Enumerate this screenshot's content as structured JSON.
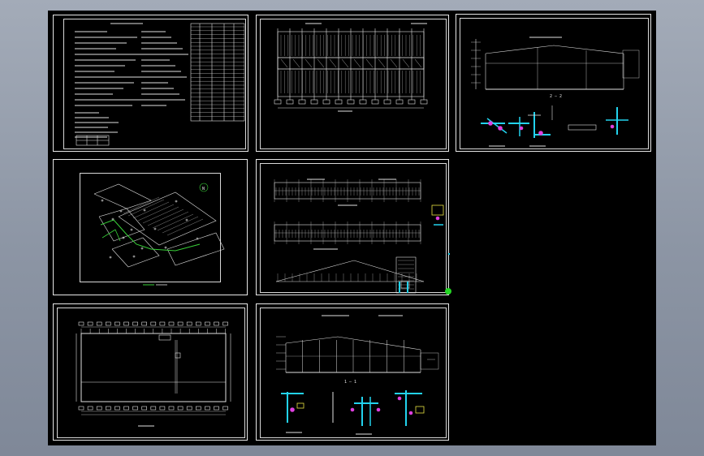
{
  "viewer": {
    "background": "#000000",
    "sheet_border_color": "#e8e8e8",
    "line_colors": {
      "white": "#e0e0e0",
      "cyan": "#22d3ee",
      "magenta": "#e040e0",
      "green": "#38d038",
      "yellow": "#e8e040",
      "red": "#e84040"
    }
  },
  "sheets": {
    "s1": {
      "name": "design-notes-sheet"
    },
    "s2": {
      "name": "roof-plan-sheet"
    },
    "s3": {
      "name": "section-2-2-sheet",
      "section_label": "2 — 2"
    },
    "s4": {
      "name": "site-plan-sheet",
      "compass_label": "N"
    },
    "s5": {
      "name": "elevations-sheet"
    },
    "s6": {
      "name": "floor-plan-sheet"
    },
    "s7": {
      "name": "section-1-1-sheet",
      "section_label": "1 — 1"
    }
  },
  "grip_handle": {
    "color": "#25d625",
    "icon": "grip-point-icon"
  }
}
